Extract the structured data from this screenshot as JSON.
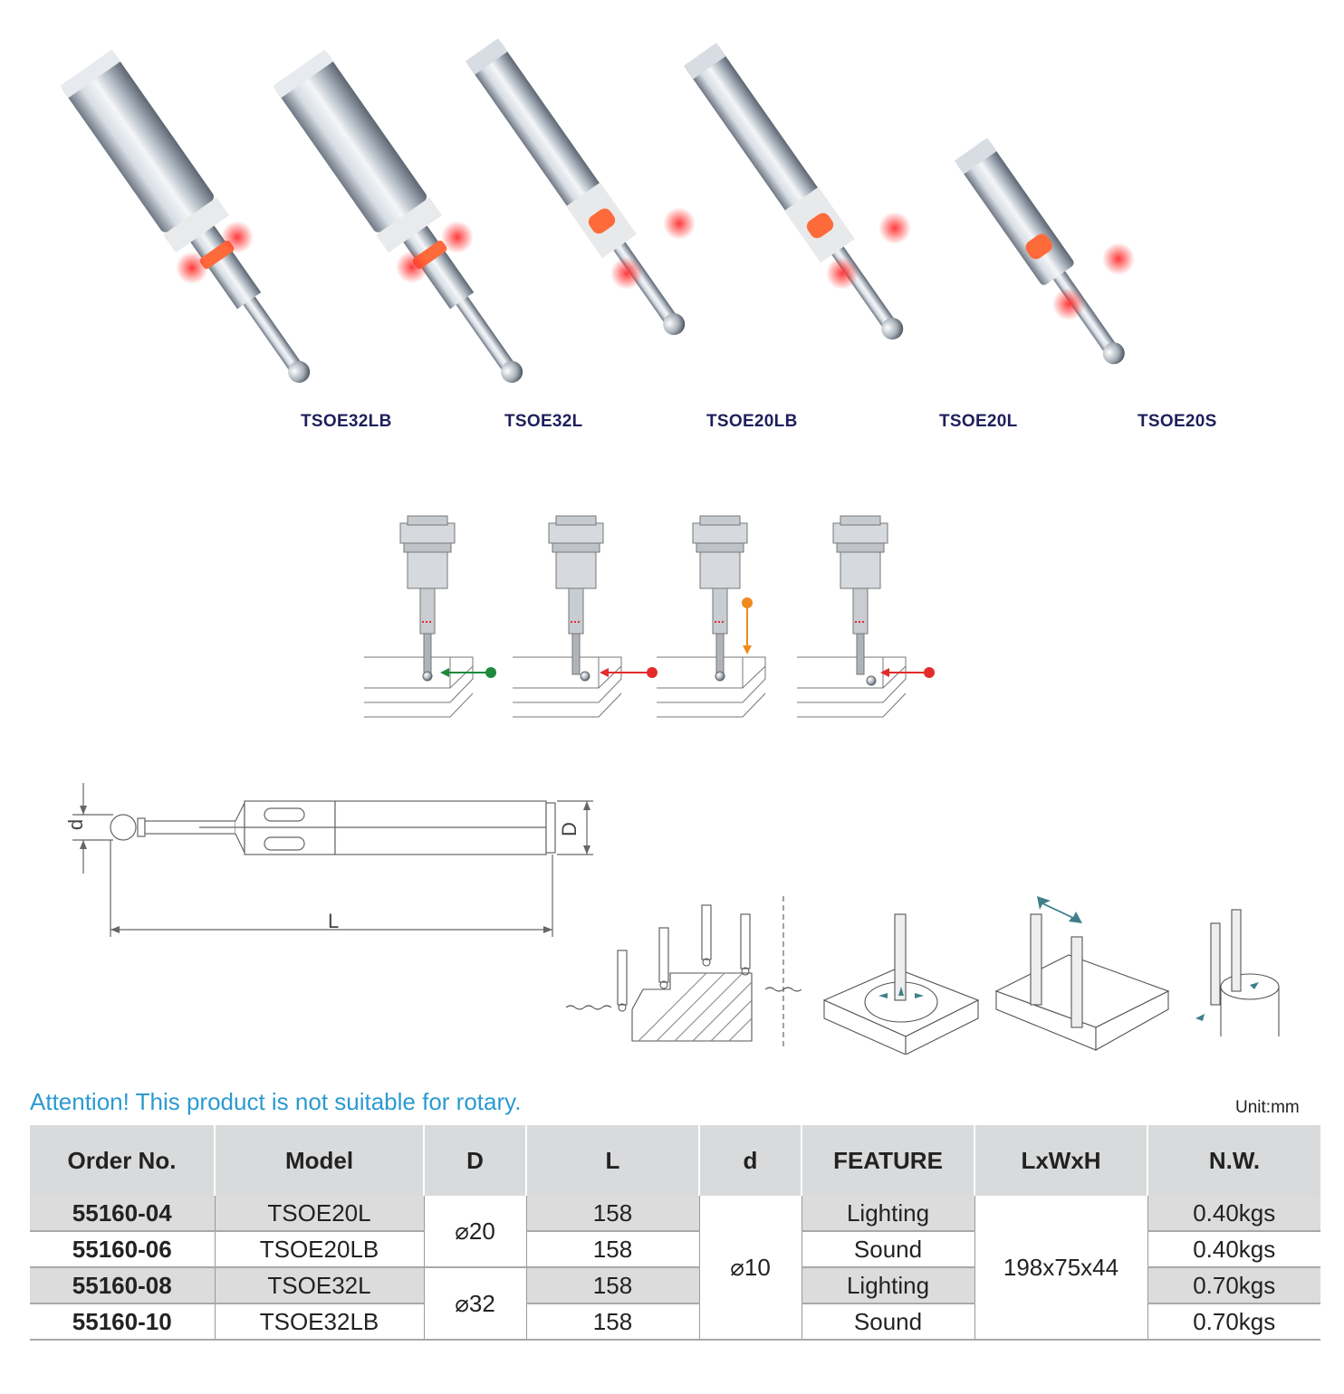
{
  "products": [
    {
      "label": "TSOE32LB"
    },
    {
      "label": "TSOE32L"
    },
    {
      "label": "TSOE20LB"
    },
    {
      "label": "TSOE20L"
    },
    {
      "label": "TSOE20S"
    }
  ],
  "dimension_diagram": {
    "d_label": "d",
    "D_label": "D",
    "L_label": "L"
  },
  "attention": "Attention! This product is not suitable for rotary.",
  "unit": "Unit:mm",
  "table": {
    "headers": [
      "Order No.",
      "Model",
      "D",
      "L",
      "d",
      "FEATURE",
      "LxWxH",
      "N.W."
    ],
    "rows": [
      {
        "order": "55160-04",
        "model": "TSOE20L",
        "L": "158",
        "feature": "Lighting",
        "nw": "0.40kgs"
      },
      {
        "order": "55160-06",
        "model": "TSOE20LB",
        "L": "158",
        "feature": "Sound",
        "nw": "0.40kgs"
      },
      {
        "order": "55160-08",
        "model": "TSOE32L",
        "L": "158",
        "feature": "Lighting",
        "nw": "0.70kgs"
      },
      {
        "order": "55160-10",
        "model": "TSOE32LB",
        "L": "158",
        "feature": "Sound",
        "nw": "0.70kgs"
      }
    ],
    "D_values": [
      "⌀20",
      "⌀32"
    ],
    "d_value": "⌀10",
    "size_value": "198x75x44"
  },
  "colors": {
    "header_bg": "#d9dadb",
    "attention": "#2a9ad1",
    "label": "#1f1f5c",
    "indicator_red": "#e32b2b",
    "indicator_green": "#1e8a3c",
    "indicator_orange": "#f08a1c"
  }
}
